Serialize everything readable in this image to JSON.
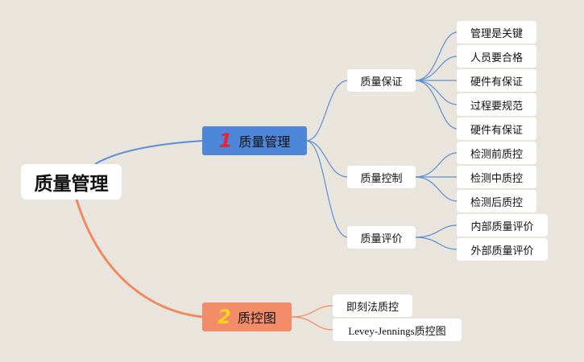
{
  "root": {
    "label": "质量管理"
  },
  "branches": [
    {
      "number": "1",
      "label": "质量管理",
      "color": "#4e86d8",
      "number_color": "#e3243a",
      "children": [
        {
          "label": "质量保证",
          "children": [
            "管理是关键",
            "人员要合格",
            "硬件有保证",
            "过程要规范",
            "硬件有保证"
          ]
        },
        {
          "label": "质量控制",
          "children": [
            "检测前质控",
            "检测中质控",
            "检测后质控"
          ]
        },
        {
          "label": "质量评价",
          "children": [
            "内部质量评价",
            "外部质量评价"
          ]
        }
      ]
    },
    {
      "number": "2",
      "label": "质控图",
      "color": "#f38d69",
      "number_color": "#f7d51f",
      "children": [
        "即刻法质控",
        "Levey-Jennings质控图"
      ]
    }
  ],
  "colors": {
    "background": "#e9e4dc",
    "blue_line": "#5a8fd6",
    "orange_line": "#f08a60"
  }
}
